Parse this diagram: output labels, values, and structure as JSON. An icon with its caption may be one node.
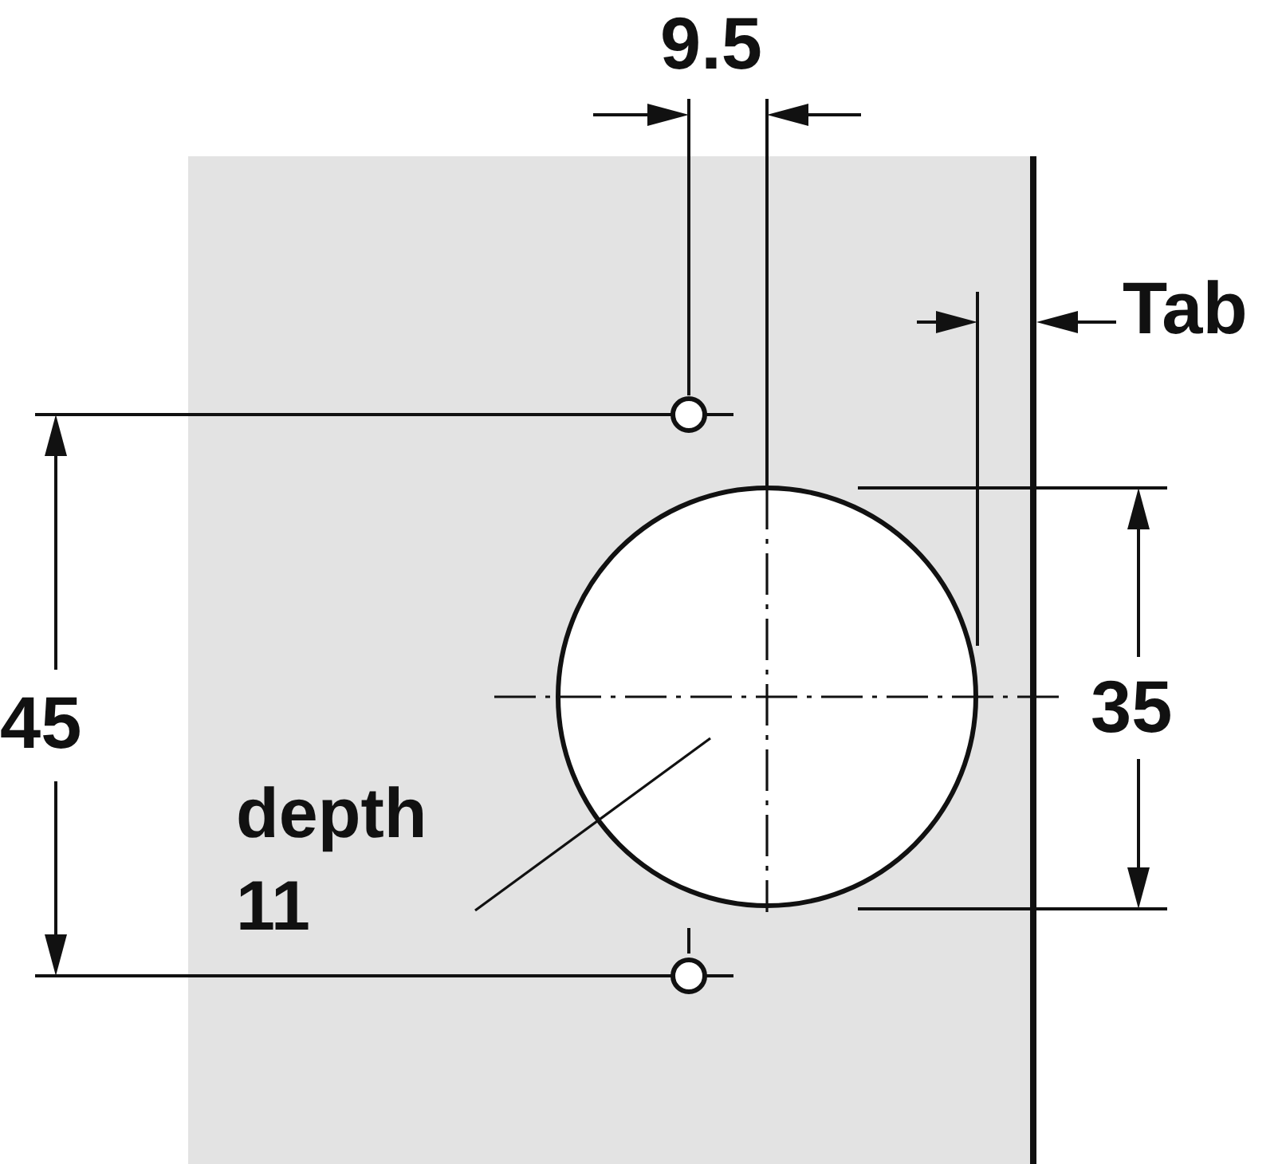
{
  "diagram": {
    "nodes": [
      {
        "text": [
          "depth 11"
        ]
      },
      {
        "text": [],
        "shape": "circle"
      }
    ],
    "edges": [
      {
        "from": 0,
        "to": 1,
        "arrow": "none"
      }
    ],
    "labels": [
      "9.5",
      "Tab",
      "45",
      "35"
    ]
  }
}
